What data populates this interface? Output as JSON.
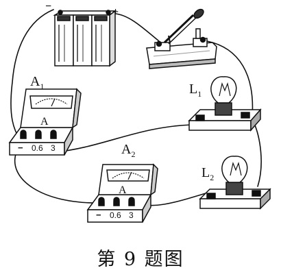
{
  "battery": {
    "minus": "−",
    "plus": "+"
  },
  "ammeter1": {
    "name": "A",
    "sub": "1",
    "unit": "A",
    "t_minus": "−",
    "t_06": "0.6",
    "t_3": "3"
  },
  "ammeter2": {
    "name": "A",
    "sub": "2",
    "unit": "A",
    "t_minus": "−",
    "t_06": "0.6",
    "t_3": "3"
  },
  "lamp1": {
    "name": "L",
    "sub": "1"
  },
  "lamp2": {
    "name": "L",
    "sub": "2"
  },
  "caption": "第 9 题图"
}
